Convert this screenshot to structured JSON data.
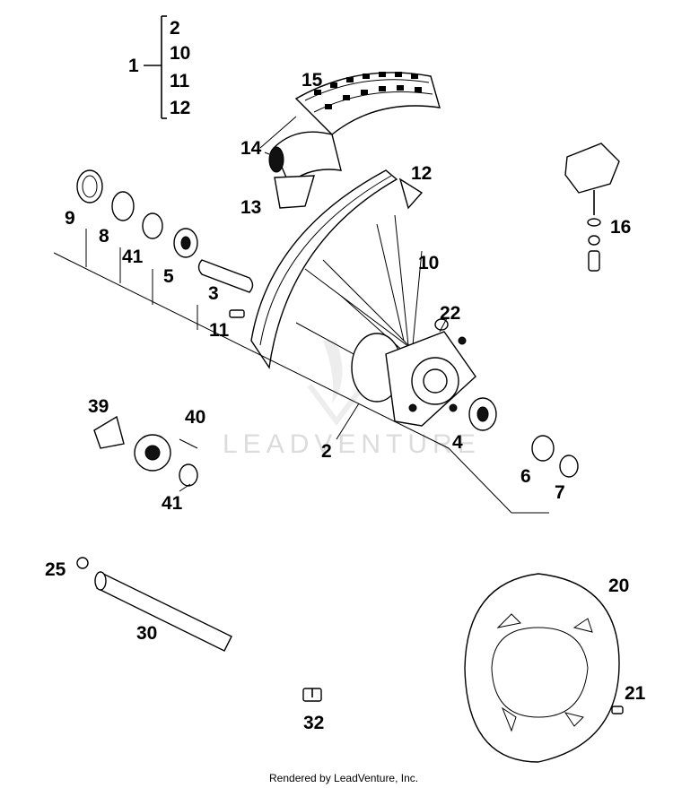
{
  "callouts": {
    "c1": "1",
    "c2_group": "2",
    "c10_group": "10",
    "c11_group": "11",
    "c12_group": "12",
    "c15": "15",
    "c14": "14",
    "c13": "13",
    "c12": "12",
    "c10": "10",
    "c16": "16",
    "c9": "9",
    "c8": "8",
    "c41a": "41",
    "c5": "5",
    "c3": "3",
    "c11": "11",
    "c22": "22",
    "c39": "39",
    "c40": "40",
    "c41b": "41",
    "c2": "2",
    "c4": "4",
    "c6": "6",
    "c7": "7",
    "c25": "25",
    "c30": "30",
    "c20": "20",
    "c21": "21",
    "c32": "32"
  },
  "watermark": "LEADVENTURE",
  "footer": "Rendered by LeadVenture, Inc."
}
